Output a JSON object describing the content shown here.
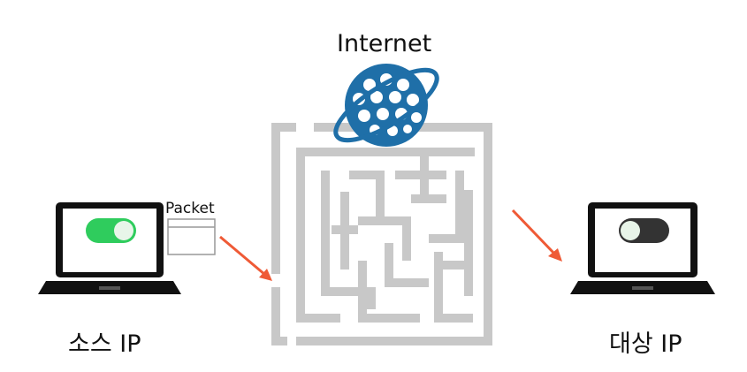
{
  "labels": {
    "internet": "Internet",
    "packet": "Packet",
    "source": "소스 IP",
    "destination": "대상 IP"
  },
  "colors": {
    "toggle_on": "#2fcc5d",
    "toggle_off": "#333333",
    "arrow": "#ef5a36",
    "maze": "#c8c8c8",
    "globe": "#1f6fa8",
    "laptop": "#111111"
  },
  "icons": {
    "globe": "internet-globe-icon",
    "source_device": "laptop-icon",
    "destination_device": "laptop-icon",
    "packet": "packet-window-icon",
    "network": "maze-icon"
  },
  "states": {
    "source_toggle": "on",
    "destination_toggle": "off"
  }
}
